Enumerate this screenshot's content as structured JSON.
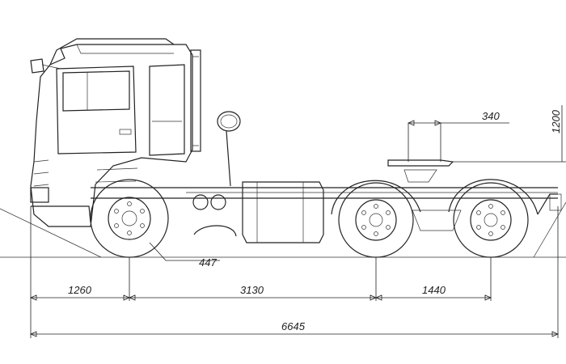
{
  "dimensions": {
    "front_overhang": "1260",
    "wheelbase_front": "3130",
    "rear_axle_spacing": "1440",
    "overall_length": "6645",
    "fifth_wheel_offset": "340",
    "fifth_wheel_height": "1200",
    "ground_clearance": "447"
  }
}
